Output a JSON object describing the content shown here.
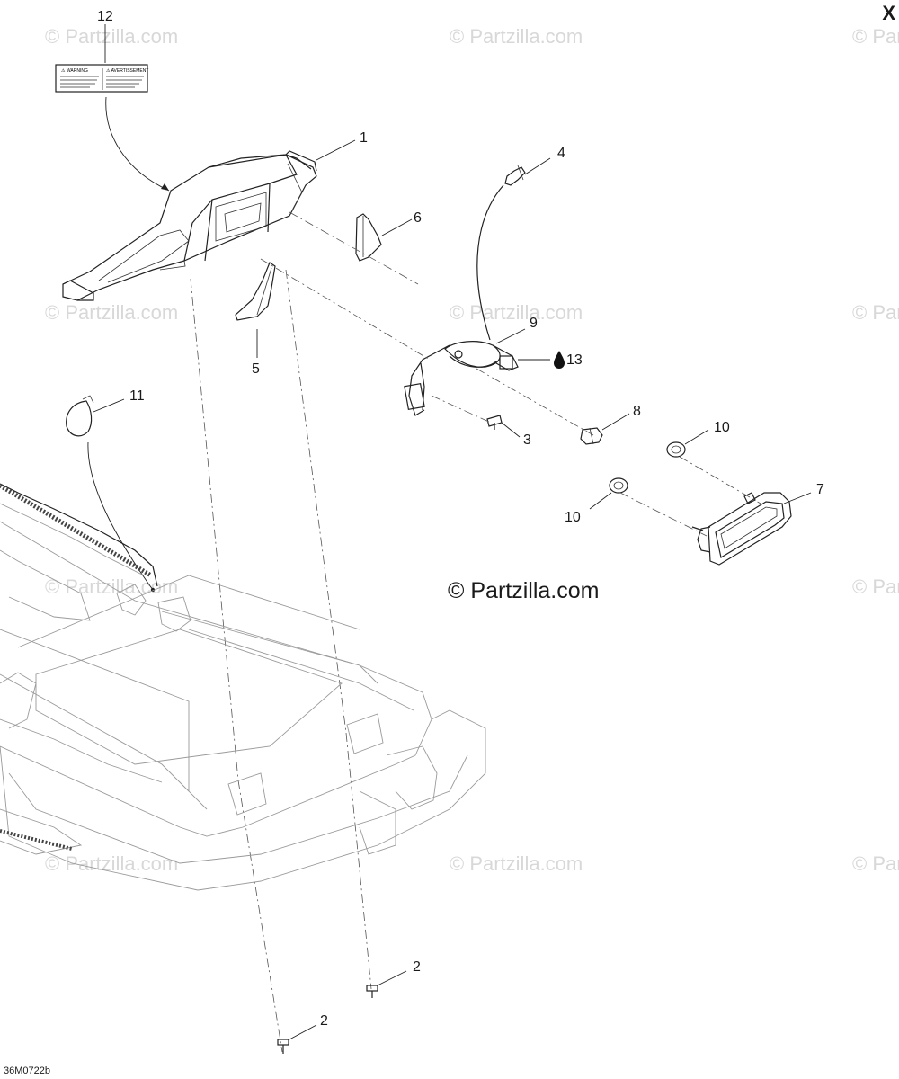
{
  "corner_letter": "X",
  "drawing_code": "36M0722b",
  "watermark": {
    "main": "© Partzilla.com",
    "repeat": "© Partzilla.com"
  },
  "callouts": {
    "c1": "1",
    "c2a": "2",
    "c2b": "2",
    "c3": "3",
    "c4": "4",
    "c5": "5",
    "c6": "6",
    "c7": "7",
    "c8": "8",
    "c9": "9",
    "c10a": "10",
    "c10b": "10",
    "c11": "11",
    "c12": "12",
    "c13": "13"
  },
  "label_sticker": {
    "warning_en": "⚠ WARNING",
    "warning_fr": "⚠ AVERTISSEMENT"
  }
}
